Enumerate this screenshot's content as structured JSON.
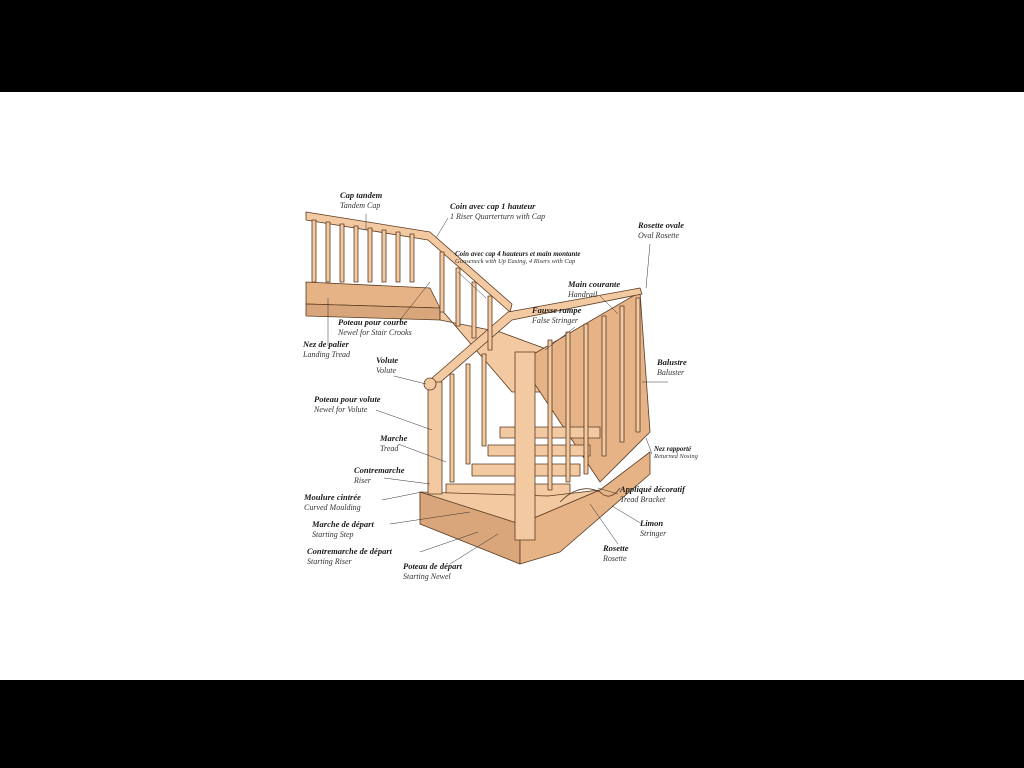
{
  "labels": [
    {
      "id": "cap-tandem",
      "fr": "Cap tandem",
      "en": "Tandem Cap"
    },
    {
      "id": "coin-1",
      "fr": "Coin avec cap 1 hauteur",
      "en": "1 Riser Quarterturn with Cap"
    },
    {
      "id": "rosette-ovale",
      "fr": "Rosette ovale",
      "en": "Oval Rosette"
    },
    {
      "id": "coin-4",
      "fr": "Coin avec cap 4 hauteurs et main montante",
      "en": "Gooseneck with Up Easing, 4 Risers with Cap"
    },
    {
      "id": "main-courante",
      "fr": "Main courante",
      "en": "Handrail"
    },
    {
      "id": "fausse-rampe",
      "fr": "Fausse rampe",
      "en": "False Stringer"
    },
    {
      "id": "poteau-courbe",
      "fr": "Poteau pour courbe",
      "en": "Newel for Stair Crooks"
    },
    {
      "id": "nez-palier",
      "fr": "Nez de palier",
      "en": "Landing Tread"
    },
    {
      "id": "volute",
      "fr": "Volute",
      "en": "Volute"
    },
    {
      "id": "balustre",
      "fr": "Balustre",
      "en": "Baluster"
    },
    {
      "id": "poteau-volute",
      "fr": "Poteau pour volute",
      "en": "Newel for Volute"
    },
    {
      "id": "marche",
      "fr": "Marche",
      "en": "Tread"
    },
    {
      "id": "nez-rapporte",
      "fr": "Nez rapporté",
      "en": "Returned Nosing"
    },
    {
      "id": "contremarche",
      "fr": "Contremarche",
      "en": "Riser"
    },
    {
      "id": "applique",
      "fr": "Appliqué décoratif",
      "en": "Tread Bracket"
    },
    {
      "id": "moulure",
      "fr": "Moulure cintrée",
      "en": "Curved Moulding"
    },
    {
      "id": "limon",
      "fr": "Limon",
      "en": "Stringer"
    },
    {
      "id": "marche-depart",
      "fr": "Marche de départ",
      "en": "Starting Step"
    },
    {
      "id": "rosette",
      "fr": "Rosette",
      "en": "Rosette"
    },
    {
      "id": "contremarche-depart",
      "fr": "Contremarche de départ",
      "en": "Starting Riser"
    },
    {
      "id": "poteau-depart",
      "fr": "Poteau de départ",
      "en": "Starting Newel"
    }
  ],
  "colors": {
    "wood": "#f2c9a0",
    "wood_dark": "#d9a57a",
    "shade": "#e6b386",
    "outline": "#5a3a22"
  }
}
